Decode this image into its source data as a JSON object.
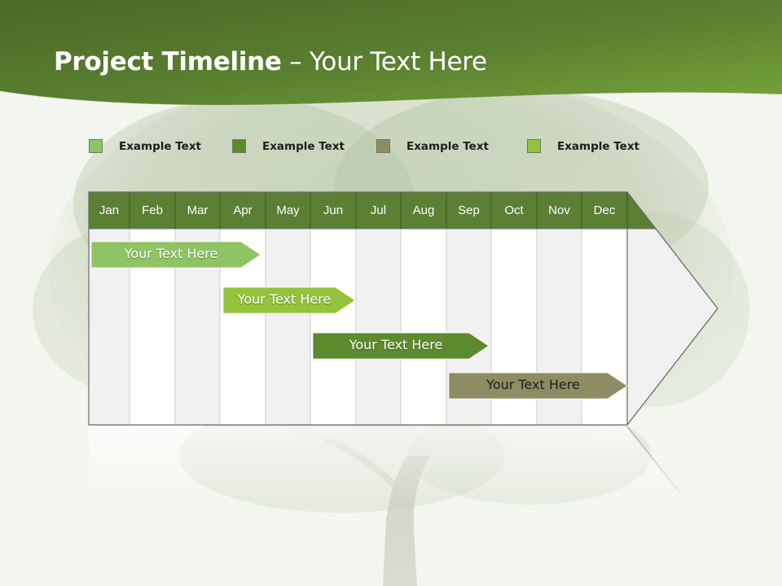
{
  "slide": {
    "title_bold": "Project Timeline",
    "title_rest": " – Your Text Here"
  },
  "colors": {
    "header_dark": "#4e6e26",
    "header_light": "#74a23a",
    "month_header": "#5b7f33",
    "light_green": "#8ec463",
    "bright_green": "#93c23b",
    "dark_green": "#5c8a2c",
    "olive": "#8d8c62"
  },
  "legend": [
    {
      "label": "Example Text",
      "color": "#8ec463"
    },
    {
      "label": "Example Text",
      "color": "#5c8a2c"
    },
    {
      "label": "Example Text",
      "color": "#8d8c62"
    },
    {
      "label": "Example Text",
      "color": "#93c23b"
    }
  ],
  "months": [
    "Jan",
    "Feb",
    "Mar",
    "Apr",
    "May",
    "Jun",
    "Jul",
    "Aug",
    "Sep",
    "Oct",
    "Nov",
    "Dec"
  ],
  "tasks": [
    {
      "label": "Your  Text Here",
      "color": "#8ec463",
      "text_color": "#ffffff"
    },
    {
      "label": "Your  Text Here",
      "color": "#93c23b",
      "text_color": "#ffffff"
    },
    {
      "label": "Your  Text Here",
      "color": "#5c8a2c",
      "text_color": "#ffffff"
    },
    {
      "label": "Your  Text Here",
      "color": "#8d8c62",
      "text_color": "#1e1e1e"
    }
  ]
}
